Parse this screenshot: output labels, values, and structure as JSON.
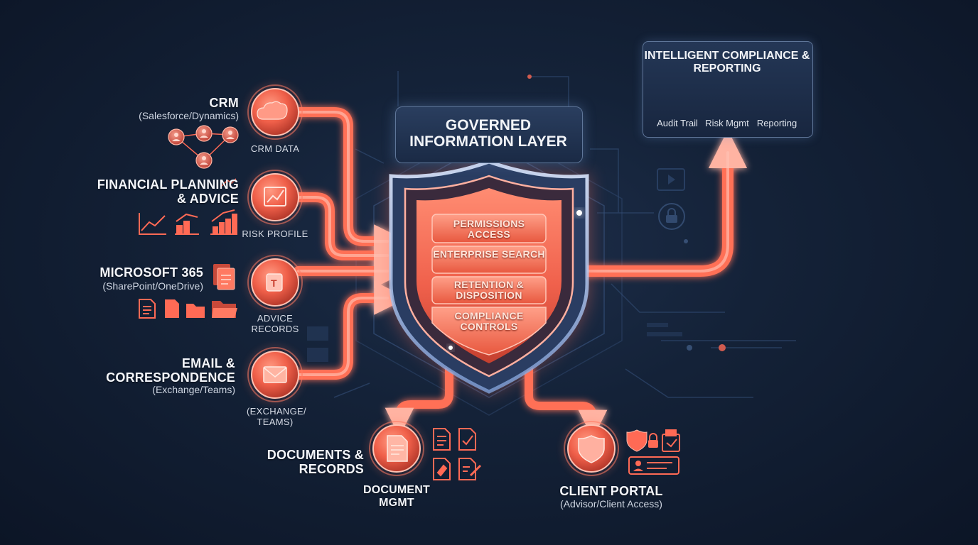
{
  "central": {
    "title": "GOVERNED INFORMATION LAYER"
  },
  "layers": [
    "PERMISSIONS ACCESS",
    "ENTERPRISE SEARCH",
    "RETENTION & DISPOSITION",
    "COMPLIANCE CONTROLS"
  ],
  "compliance": {
    "title": "INTELLIGENT COMPLIANCE & REPORTING",
    "items": [
      {
        "label": "Audit Trail",
        "icon": "clipboard-check-icon"
      },
      {
        "label": "Risk Mgmt",
        "icon": "gear-search-icon"
      },
      {
        "label": "Reporting",
        "icon": "bar-chart-icon"
      }
    ]
  },
  "sources": [
    {
      "title": "CRM",
      "subtitle": "(Salesforce/Dynamics)",
      "node_label": "CRM DATA",
      "icon": "salesforce-cloud-icon"
    },
    {
      "title": "FINANCIAL PLANNING & ADVICE",
      "subtitle": "",
      "node_label": "RISK PROFILE",
      "icon": "trend-chart-icon"
    },
    {
      "title": "MICROSOFT 365",
      "subtitle": "(SharePoint/OneDrive)",
      "node_label": "ADVICE RECORDS",
      "icon": "teams-icon"
    },
    {
      "title": "EMAIL & CORRESPONDENCE",
      "subtitle": "(Exchange/Teams)",
      "node_label": "(EXCHANGE/ TEAMS)",
      "icon": "envelope-icon"
    }
  ],
  "outputs": [
    {
      "title": "DOCUMENTS & RECORDS",
      "subtitle": "",
      "node_label": "DOCUMENT MGMT",
      "icon": "document-icon"
    },
    {
      "title": "CLIENT PORTAL",
      "subtitle": "(Advisor/Client Access)",
      "icon": "shield-icon"
    }
  ],
  "colors": {
    "accent": "#f26a55",
    "arrow": "#ff7a62",
    "background": "#13213a",
    "panel": "#1f3150"
  }
}
